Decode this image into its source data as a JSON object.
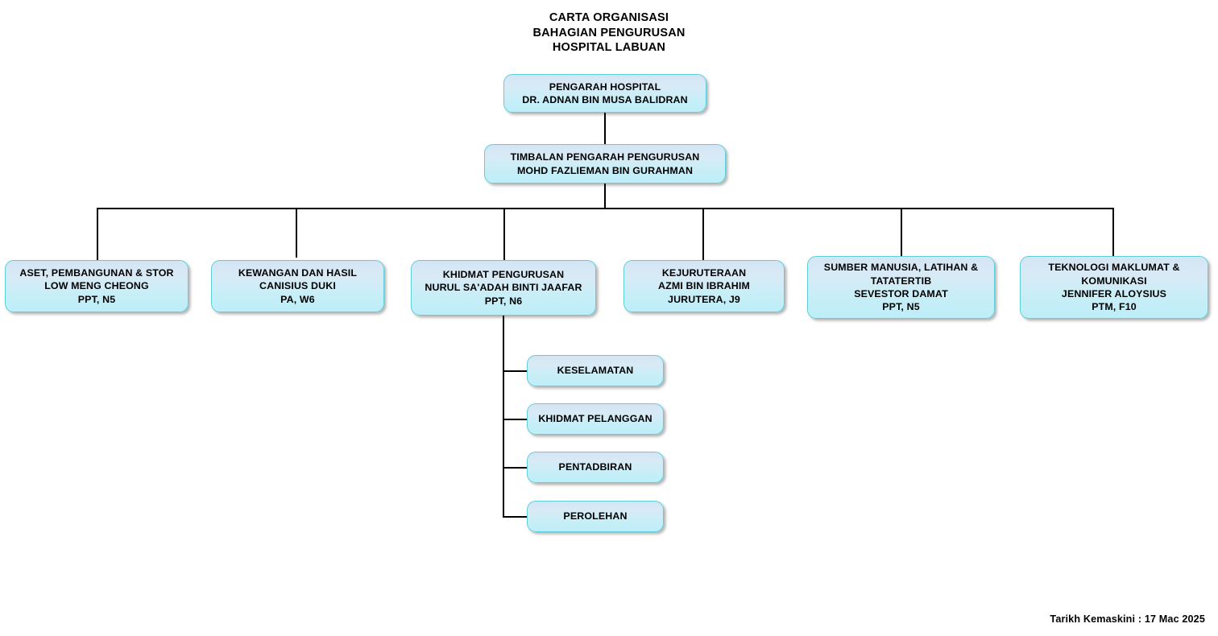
{
  "title": "CARTA ORGANISASI\nBAHAGIAN PENGURUSAN\nHOSPITAL LABUAN",
  "colors": {
    "box_border": "#5ecfda",
    "box_fill_top": "#d3e5f4",
    "box_fill_bottom": "#bdeef8",
    "line": "#000000",
    "text": "#000000",
    "background": "#ffffff"
  },
  "nodes": {
    "director": "PENGARAH HOSPITAL\nDR. ADNAN BIN MUSA BALIDRAN",
    "deputy": "TIMBALAN PENGARAH PENGURUSAN\nMOHD FAZLIEMAN BIN GURAHMAN"
  },
  "departments": [
    {
      "id": "aset",
      "text": "ASET, PEMBANGUNAN &  STOR\nLOW MENG CHEONG\nPPT, N5"
    },
    {
      "id": "kewangan",
      "text": "KEWANGAN DAN HASIL\nCANISIUS DUKI\nPA, W6"
    },
    {
      "id": "khidmat-pengurusan",
      "text": "KHIDMAT PENGURUSAN\nNURUL SA'ADAH BINTI JAAFAR\nPPT, N6"
    },
    {
      "id": "kejuruteraan",
      "text": "KEJURUTERAAN\nAZMI BIN IBRAHIM\nJURUTERA, J9"
    },
    {
      "id": "sumber-manusia",
      "text": "SUMBER MANUSIA, LATIHAN &\nTATATERTIB\nSEVESTOR DAMAT\nPPT, N5"
    },
    {
      "id": "teknologi-maklumat",
      "text": "TEKNOLOGI MAKLUMAT &\nKOMUNIKASI\nJENNIFER ALOYSIUS\nPTM, F10"
    }
  ],
  "sub_units": [
    {
      "id": "keselamatan",
      "text": "KESELAMATAN"
    },
    {
      "id": "khidmat-pelanggan",
      "text": "KHIDMAT PELANGGAN"
    },
    {
      "id": "pentadbiran",
      "text": "PENTADBIRAN"
    },
    {
      "id": "perolehan",
      "text": "PEROLEHAN"
    }
  ],
  "footer": {
    "updated": "Tarikh Kemaskini : 17 Mac 2025"
  }
}
